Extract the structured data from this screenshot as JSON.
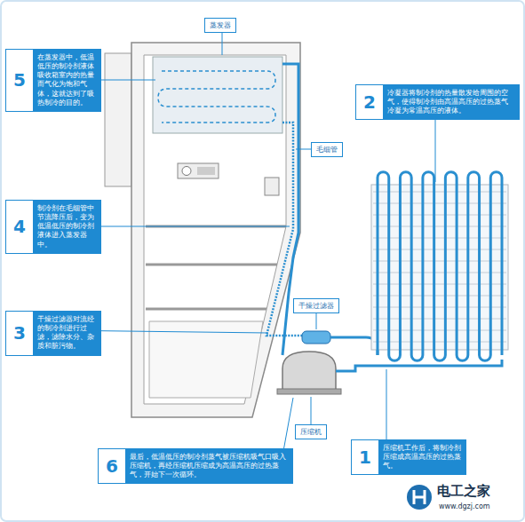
{
  "diagram": {
    "nodes": [
      {
        "text": [
          "蒸发器"
        ]
      },
      {
        "text": [
          "5",
          "在蒸发器中，低温低压的制冷剂液体吸收箱室内的热量而气化为饱和气体，这就达到了吸热制冷的目的。"
        ]
      },
      {
        "text": [
          "2",
          "冷凝器将制冷剂的热量散发给周围的空气，使得制冷剂由高温高压的过热蒸气冷凝为常温高压的液体。"
        ]
      },
      {
        "text": [
          "毛细管"
        ]
      },
      {
        "text": [
          "4",
          "制冷剂在毛细管中节流降压后，变为低温低压的制冷剂液体进入蒸发器中。"
        ]
      },
      {
        "text": [
          "干燥过滤器"
        ]
      },
      {
        "text": [
          "3",
          "干燥过滤器对流经的制冷剂进行过滤，滤除水分、杂质和脏污物。"
        ]
      },
      {
        "text": [
          "压缩机"
        ]
      },
      {
        "text": [
          "6",
          "最后，低温低压的制冷剂蒸气被压缩机吸气口吸入压缩机，再经压缩机压缩成为高温高压的过热蒸气，开始下一次循环。"
        ]
      },
      {
        "text": [
          "1",
          "压缩机工作后，将制冷剂压缩成高温高压的过热蒸气。"
        ]
      }
    ],
    "labels": [
      "电工之家",
      "www.dgzj.com"
    ]
  }
}
